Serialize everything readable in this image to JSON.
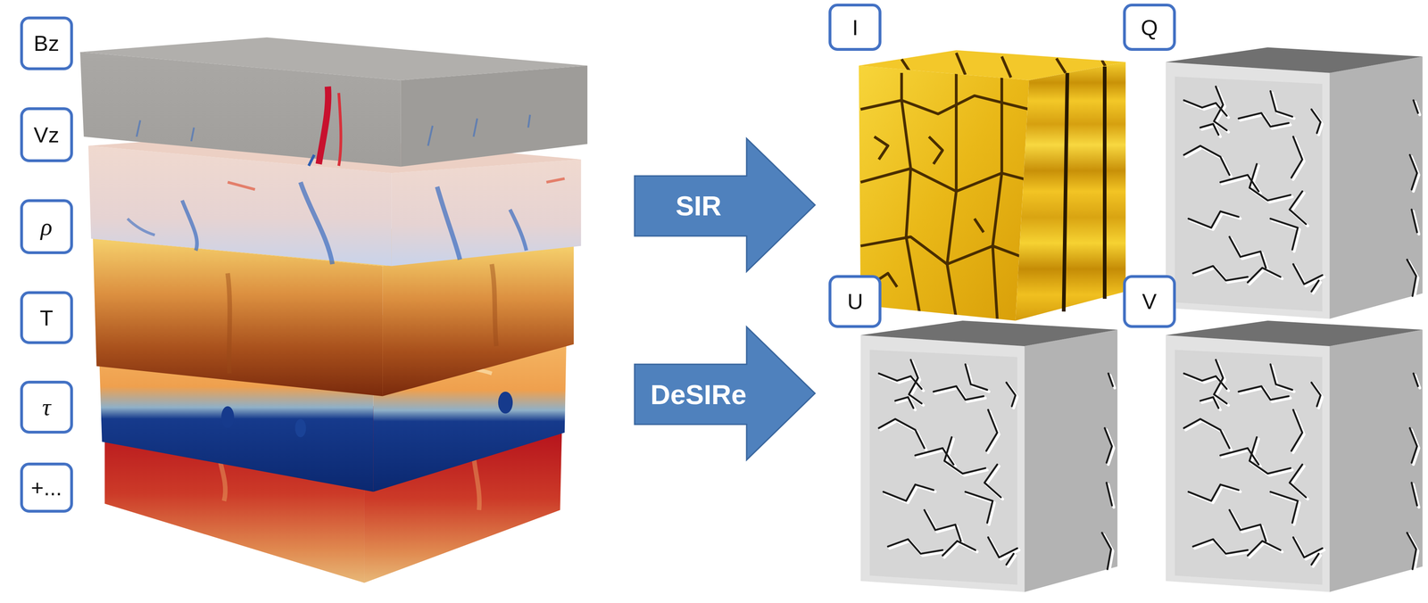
{
  "diagram": {
    "nodes": [
      {
        "text": [
          "Bz"
        ]
      },
      {
        "text": [
          "Vz"
        ]
      },
      {
        "text": [
          "ρ"
        ]
      },
      {
        "text": [
          "T"
        ]
      },
      {
        "text": [
          "τ"
        ]
      },
      {
        "text": [
          "+..."
        ]
      },
      {
        "text": [
          "SIR"
        ]
      },
      {
        "text": [
          "DeSIRe"
        ]
      },
      {
        "text": [
          "I"
        ]
      },
      {
        "text": [
          "Q"
        ]
      },
      {
        "text": [
          "U"
        ]
      },
      {
        "text": [
          "V"
        ]
      }
    ]
  }
}
